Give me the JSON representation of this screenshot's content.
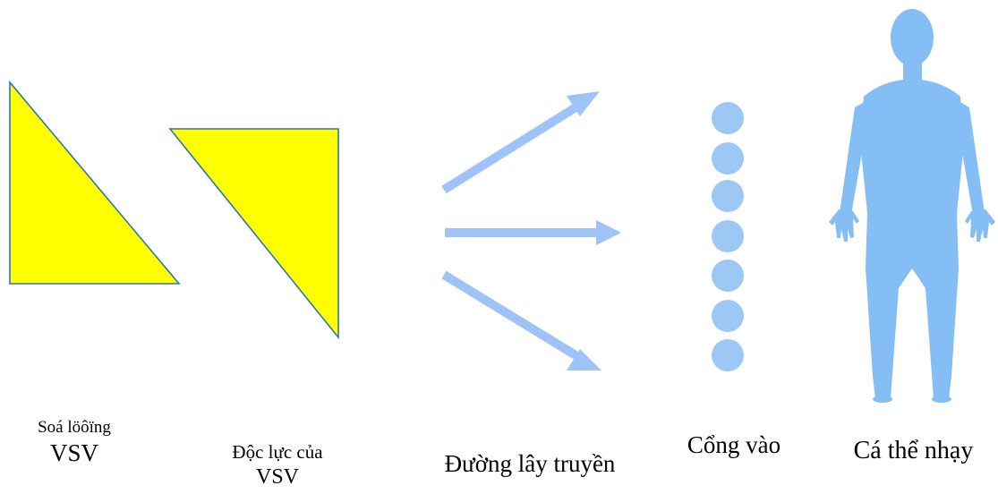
{
  "labels": {
    "source_line1": "Soá löôïng",
    "source_line2": "VSV",
    "virulence_line1": "Độc lực của",
    "virulence_line2": "VSV",
    "route": "Đường lây truyền",
    "portal": "Cổng vào",
    "host": "Cá thể nhạy"
  },
  "colors": {
    "triangle_fill": "#FFFF00",
    "triangle_stroke": "#2E75B6",
    "arrow": "#9DC3F7",
    "dot": "#9DC8F5",
    "body": "#85BEF4",
    "text": "#000000"
  },
  "icons": {
    "host": "human-body-icon",
    "arrow": "arrow-icon"
  }
}
